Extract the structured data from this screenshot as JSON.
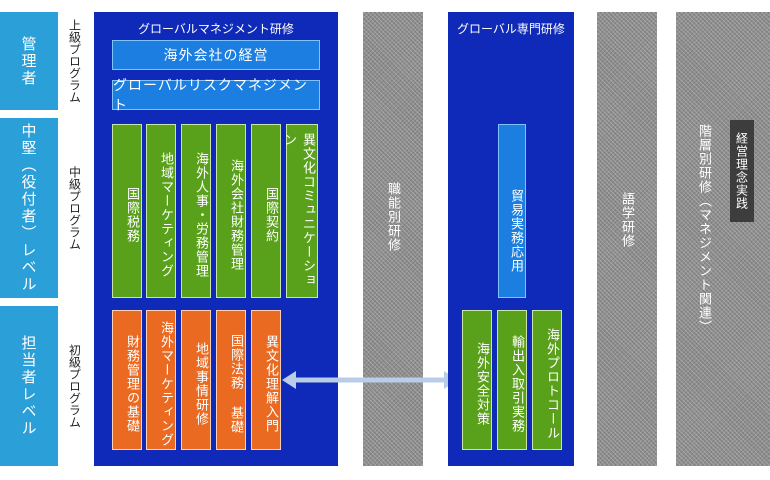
{
  "levels": {
    "manager": "管理者",
    "middle": "中堅（役付者）レベル",
    "staff": "担当者レベル"
  },
  "programs": {
    "upper": "上級プログラム",
    "middle": "中級プログラム",
    "beginner": "初級プログラム"
  },
  "global_mgmt": {
    "title": "グローバルマネジメント研修",
    "upper_items": [
      "海外会社の経営",
      "グローバルリスクマネジメント"
    ],
    "middle_items": [
      "国際税務",
      "地域マーケティング",
      "海外人事・労務管理",
      "海外会社財務管理",
      "国際契約",
      "異文化コミュニケーション"
    ],
    "beginner_items": [
      "財務管理の基礎",
      "海外マーケティング",
      "地域事情研修",
      "国際法務 基礎",
      "異文化理解入門"
    ]
  },
  "functional": {
    "label": "職能別研修"
  },
  "global_specialist": {
    "title": "グローバル専門研修",
    "middle_item": "貿易実務応用",
    "beginner_items": [
      "海外安全対策",
      "輸出入取引実務",
      "海外プロトコール"
    ]
  },
  "language": {
    "label": "語学研修"
  },
  "tiered": {
    "label": "階層別研修（マネジメント関連）",
    "badge": "経営理念実践"
  },
  "colors": {
    "level": "#2b9fd8",
    "navy": "#0f2ab8",
    "blue_bar": "#1b7ee0",
    "green": "#5aa11b",
    "orange": "#ea6a22",
    "gray": "#8e8e8e",
    "arrow": "#b9cde8"
  }
}
